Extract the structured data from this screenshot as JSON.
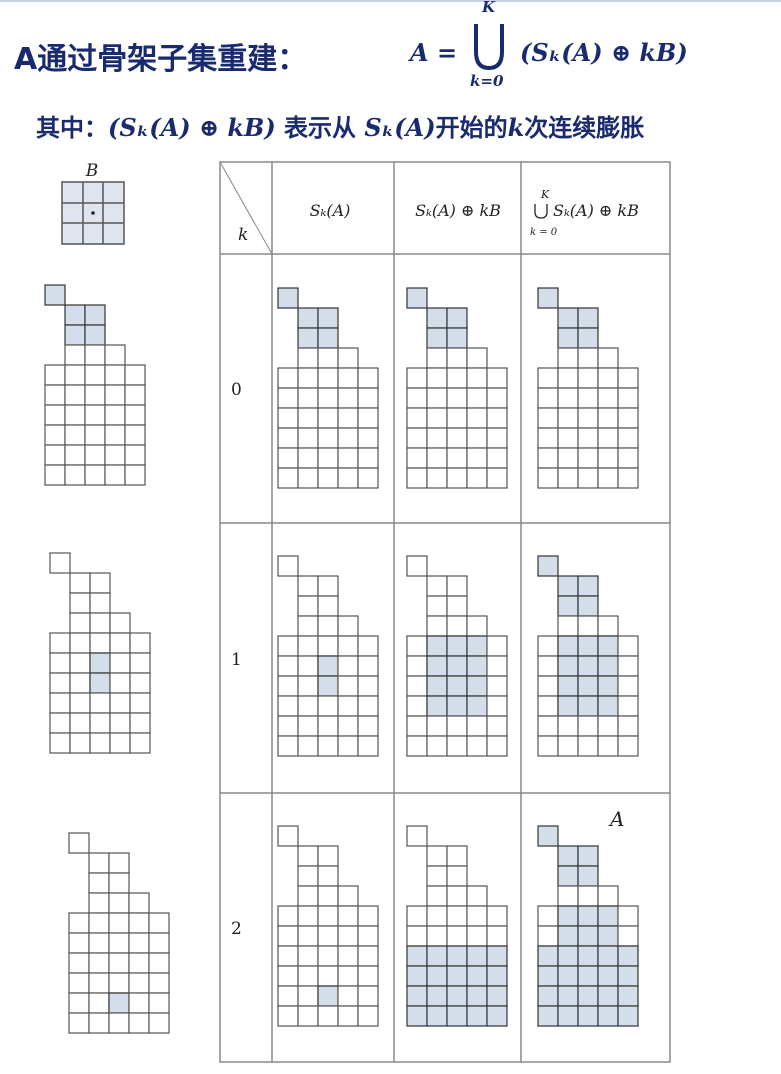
{
  "title": {
    "text": "A通过骨架子集重建：",
    "formula_lhs": "A =",
    "formula_upper": "K",
    "formula_lower": "k=0",
    "formula_rhs": "(Sₖ(A) ⊕ kB)"
  },
  "subtitle": {
    "prefix": "其中：",
    "term": "(Sₖ(A) ⊕ kB)",
    "middle": " 表示从 ",
    "origin": "Sₖ(A)",
    "suffix_a": "开始的",
    "k": "k",
    "suffix_b": "次连续膨胀"
  },
  "structuring_element_label": "B",
  "table": {
    "header_k": "k",
    "columns": [
      "Sₖ(A)",
      "Sₖ(A) ⊕ kB",
      "Sₖ(A) ⊕ kB"
    ],
    "union_upper": "K",
    "union_lower": "k = 0",
    "rows": [
      "0",
      "1",
      "2"
    ],
    "result_label": "A"
  },
  "colors": {
    "title": "#1a2a6e",
    "highlight": "#d3deea",
    "grid": "#333333",
    "outline": "#999999"
  }
}
